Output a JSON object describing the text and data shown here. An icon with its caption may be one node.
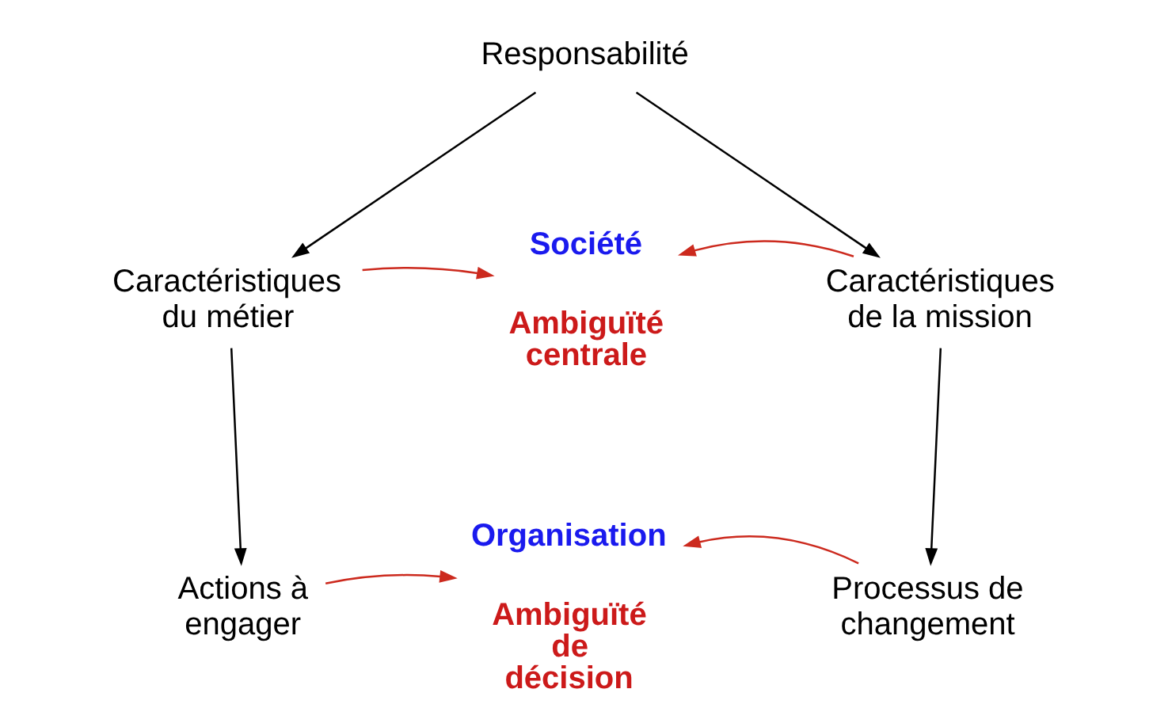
{
  "diagram": {
    "nodes": [
      {
        "text": [
          "Responsabilité"
        ]
      },
      {
        "text": [
          "Caractéristiques du métier"
        ]
      },
      {
        "text": [
          "Société",
          "Ambiguïté centrale"
        ]
      },
      {
        "text": [
          "Caractéristiques de la mission"
        ]
      },
      {
        "text": [
          "Actions à engager"
        ]
      },
      {
        "text": [
          "Organisation",
          "Ambiguïté de décision"
        ]
      },
      {
        "text": [
          "Processus de changement"
        ]
      }
    ],
    "edges": [
      {
        "from": 0,
        "to": 1,
        "arrow": "to"
      },
      {
        "from": 0,
        "to": 3,
        "arrow": "to"
      },
      {
        "from": 1,
        "to": 2,
        "arrow": "to",
        "color": "#cc2a1e"
      },
      {
        "from": 3,
        "to": 2,
        "arrow": "to",
        "color": "#cc2a1e"
      },
      {
        "from": 1,
        "to": 4,
        "arrow": "to"
      },
      {
        "from": 3,
        "to": 6,
        "arrow": "to"
      },
      {
        "from": 4,
        "to": 5,
        "arrow": "to",
        "color": "#cc2a1e"
      },
      {
        "from": 6,
        "to": 5,
        "arrow": "to",
        "color": "#cc2a1e"
      }
    ]
  }
}
